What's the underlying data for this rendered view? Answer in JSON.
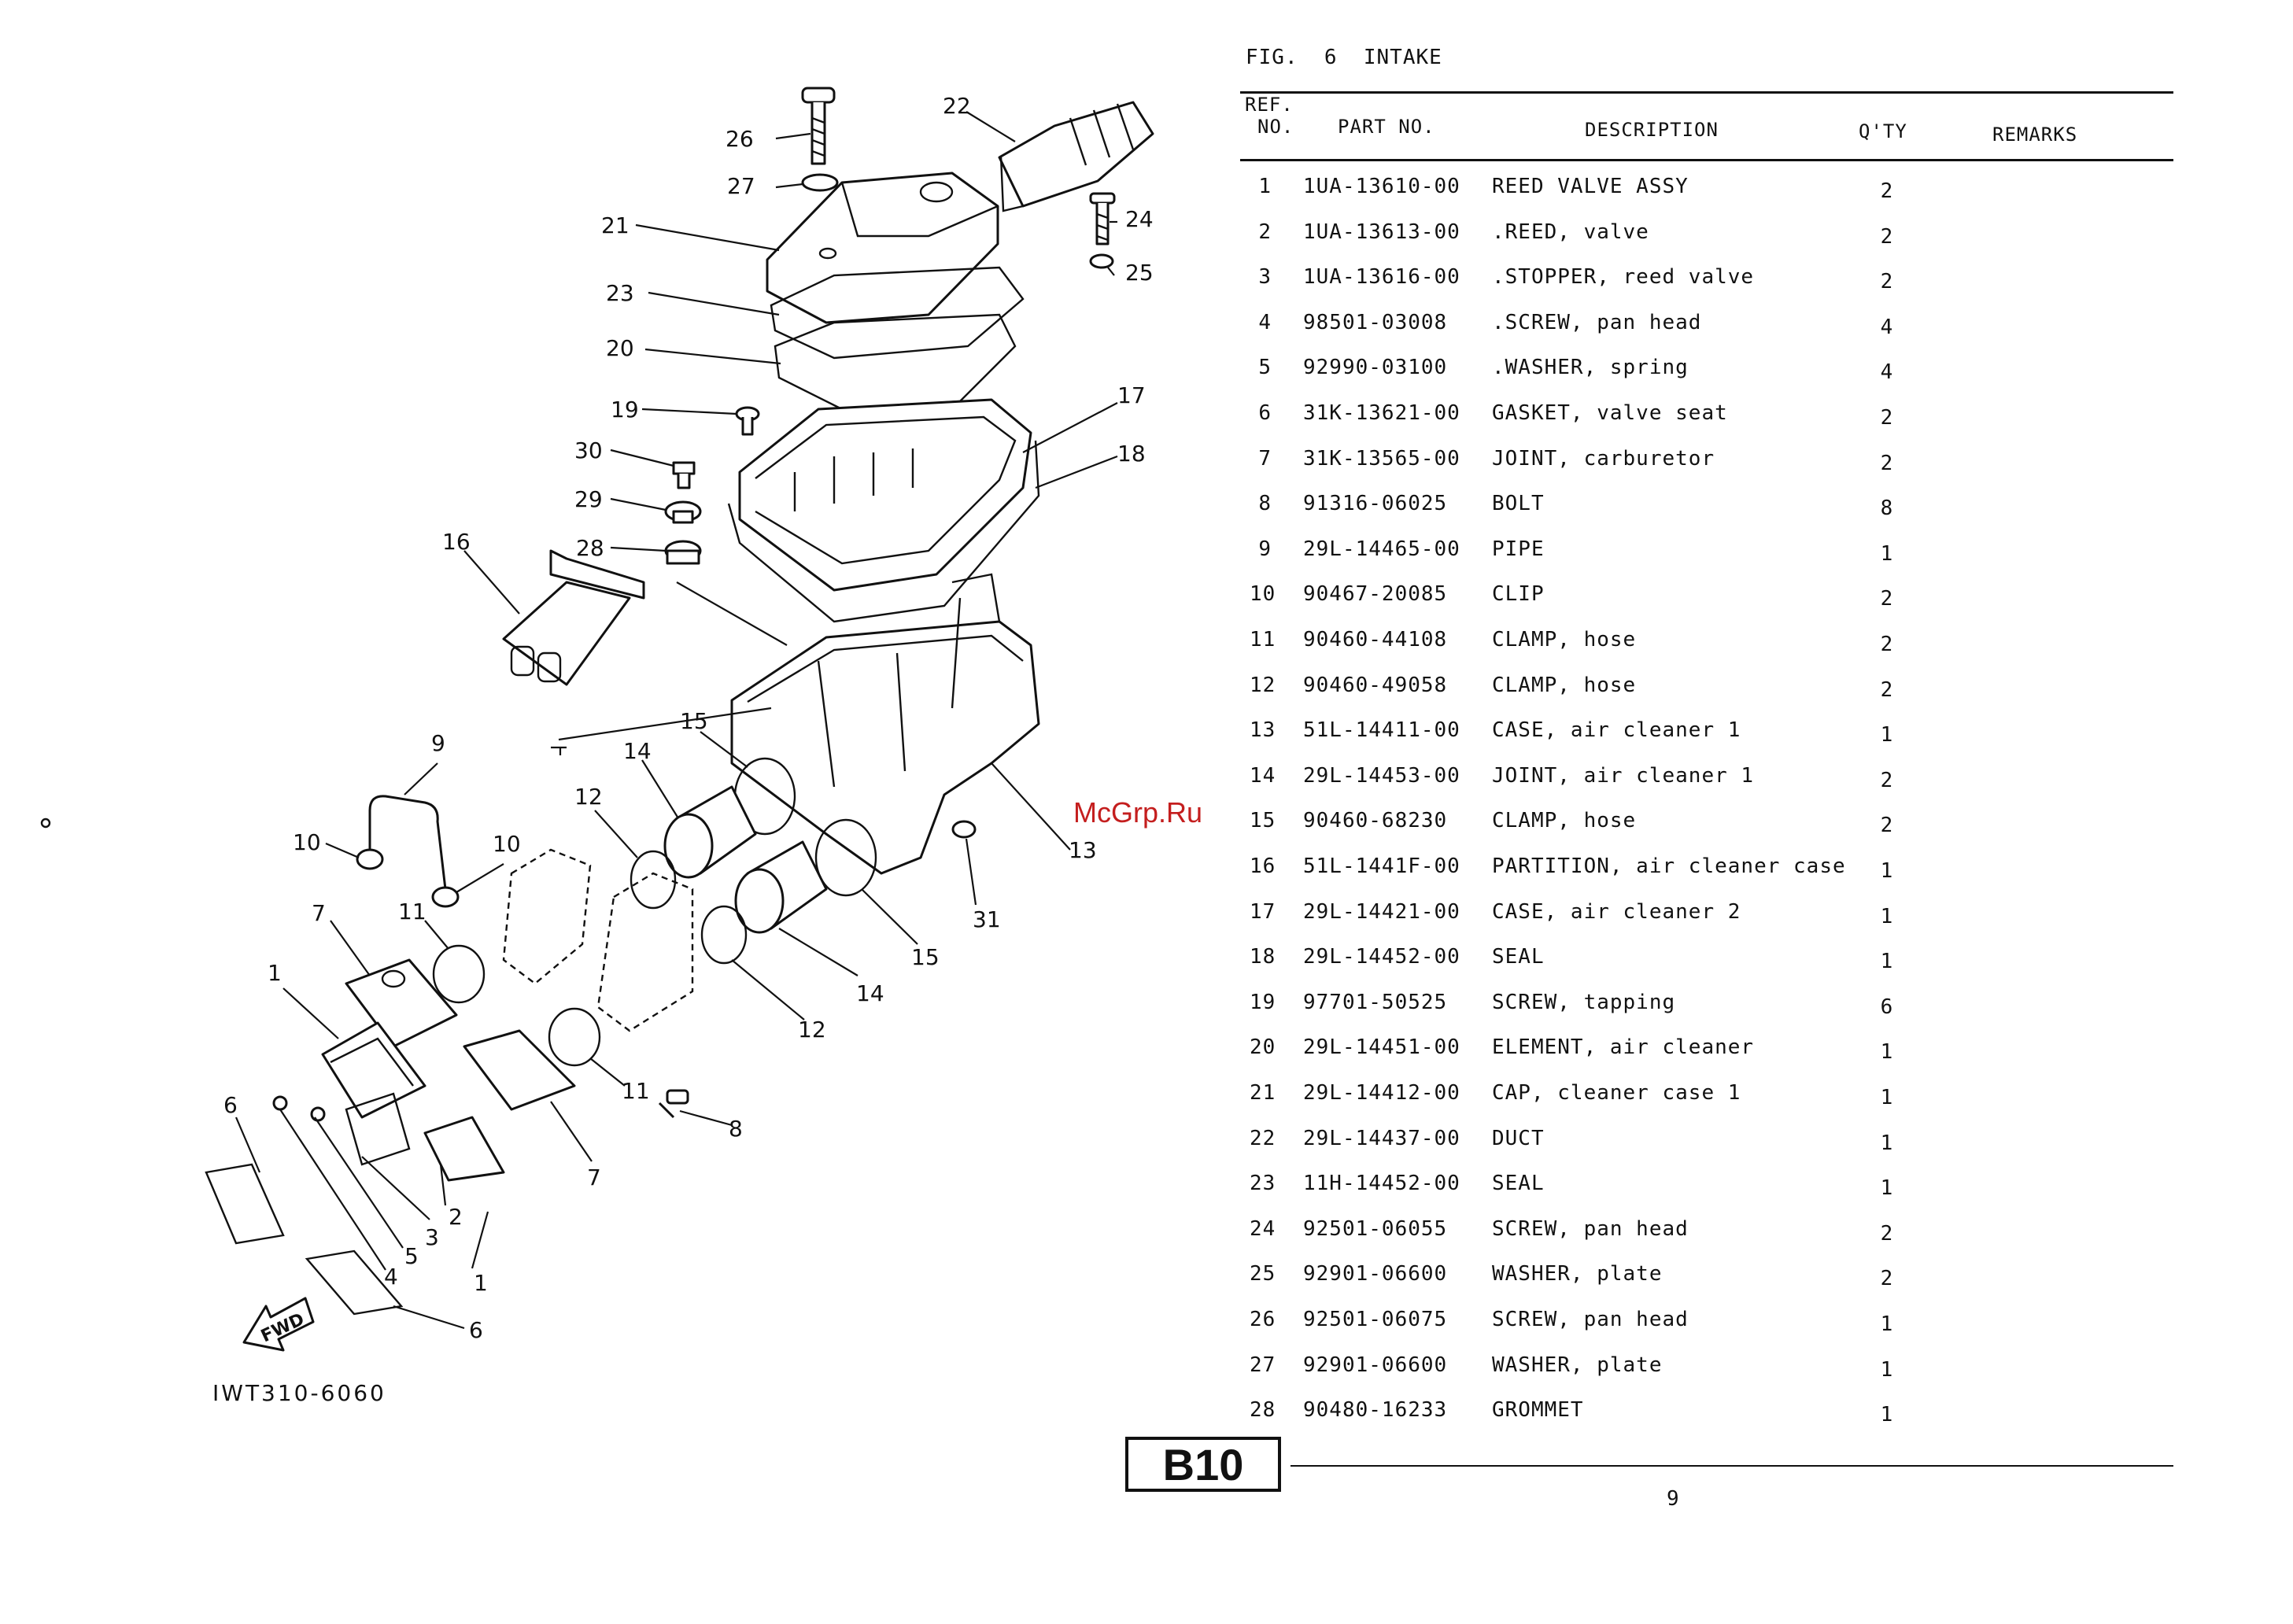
{
  "figure": {
    "title": "FIG.  6  INTAKE",
    "drawing_code": "IWT310-6060"
  },
  "columns": {
    "ref_line1": "REF.",
    "ref_line2": "NO.",
    "part_no": "PART NO.",
    "description": "DESCRIPTION",
    "qty": "Q'TY",
    "remarks": "REMARKS"
  },
  "parts": [
    {
      "ref": "1",
      "part_no": "1UA-13610-00",
      "description": "REED VALVE ASSY",
      "qty": "2",
      "remarks": ""
    },
    {
      "ref": "2",
      "part_no": "1UA-13613-00",
      "description": ".REED, valve",
      "qty": "2",
      "remarks": ""
    },
    {
      "ref": "3",
      "part_no": "1UA-13616-00",
      "description": ".STOPPER, reed valve",
      "qty": "2",
      "remarks": ""
    },
    {
      "ref": "4",
      "part_no": "98501-03008",
      "description": ".SCREW, pan head",
      "qty": "4",
      "remarks": ""
    },
    {
      "ref": "5",
      "part_no": "92990-03100",
      "description": ".WASHER, spring",
      "qty": "4",
      "remarks": ""
    },
    {
      "ref": "6",
      "part_no": "31K-13621-00",
      "description": "GASKET, valve seat",
      "qty": "2",
      "remarks": ""
    },
    {
      "ref": "7",
      "part_no": "31K-13565-00",
      "description": "JOINT, carburetor",
      "qty": "2",
      "remarks": ""
    },
    {
      "ref": "8",
      "part_no": "91316-06025",
      "description": "BOLT",
      "qty": "8",
      "remarks": ""
    },
    {
      "ref": "9",
      "part_no": "29L-14465-00",
      "description": "PIPE",
      "qty": "1",
      "remarks": ""
    },
    {
      "ref": "10",
      "part_no": "90467-20085",
      "description": "CLIP",
      "qty": "2",
      "remarks": ""
    },
    {
      "ref": "11",
      "part_no": "90460-44108",
      "description": "CLAMP, hose",
      "qty": "2",
      "remarks": ""
    },
    {
      "ref": "12",
      "part_no": "90460-49058",
      "description": "CLAMP, hose",
      "qty": "2",
      "remarks": ""
    },
    {
      "ref": "13",
      "part_no": "51L-14411-00",
      "description": "CASE, air cleaner 1",
      "qty": "1",
      "remarks": ""
    },
    {
      "ref": "14",
      "part_no": "29L-14453-00",
      "description": "JOINT, air cleaner 1",
      "qty": "2",
      "remarks": ""
    },
    {
      "ref": "15",
      "part_no": "90460-68230",
      "description": "CLAMP, hose",
      "qty": "2",
      "remarks": ""
    },
    {
      "ref": "16",
      "part_no": "51L-1441F-00",
      "description": "PARTITION, air cleaner case",
      "qty": "1",
      "remarks": ""
    },
    {
      "ref": "17",
      "part_no": "29L-14421-00",
      "description": "CASE, air cleaner 2",
      "qty": "1",
      "remarks": ""
    },
    {
      "ref": "18",
      "part_no": "29L-14452-00",
      "description": "SEAL",
      "qty": "1",
      "remarks": ""
    },
    {
      "ref": "19",
      "part_no": "97701-50525",
      "description": "SCREW, tapping",
      "qty": "6",
      "remarks": ""
    },
    {
      "ref": "20",
      "part_no": "29L-14451-00",
      "description": "ELEMENT, air cleaner",
      "qty": "1",
      "remarks": ""
    },
    {
      "ref": "21",
      "part_no": "29L-14412-00",
      "description": "CAP, cleaner case 1",
      "qty": "1",
      "remarks": ""
    },
    {
      "ref": "22",
      "part_no": "29L-14437-00",
      "description": "DUCT",
      "qty": "1",
      "remarks": ""
    },
    {
      "ref": "23",
      "part_no": "11H-14452-00",
      "description": "SEAL",
      "qty": "1",
      "remarks": ""
    },
    {
      "ref": "24",
      "part_no": "92501-06055",
      "description": "SCREW, pan head",
      "qty": "2",
      "remarks": ""
    },
    {
      "ref": "25",
      "part_no": "92901-06600",
      "description": "WASHER, plate",
      "qty": "2",
      "remarks": ""
    },
    {
      "ref": "26",
      "part_no": "92501-06075",
      "description": "SCREW, pan head",
      "qty": "1",
      "remarks": ""
    },
    {
      "ref": "27",
      "part_no": "92901-06600",
      "description": "WASHER, plate",
      "qty": "1",
      "remarks": ""
    },
    {
      "ref": "28",
      "part_no": "90480-16233",
      "description": "GROMMET",
      "qty": "1",
      "remarks": ""
    }
  ],
  "callouts": [
    "26",
    "22",
    "27",
    "24",
    "21",
    "25",
    "23",
    "20",
    "17",
    "19",
    "18",
    "30",
    "29",
    "28",
    "16",
    "9",
    "15",
    "14",
    "12",
    "10",
    "10",
    "13",
    "7",
    "11",
    "31",
    "1",
    "15",
    "14",
    "12",
    "11",
    "8",
    "6",
    "7",
    "3",
    "2",
    "5",
    "1",
    "4",
    "6"
  ],
  "fwd_label": "FWD",
  "watermark": "McGrp.Ru",
  "page_box": "B10",
  "page_number": "9"
}
